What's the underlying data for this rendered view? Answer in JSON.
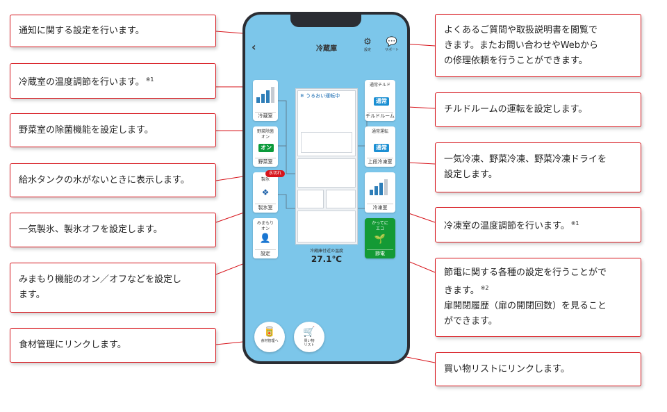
{
  "callouts": {
    "notification": {
      "text": "通知に関する設定を行います。"
    },
    "fridge_temp": {
      "text": "冷蔵室の温度調節を行います。",
      "note": "※1"
    },
    "vegetable": {
      "text": "野菜室の除菌機能を設定します。"
    },
    "water_tank": {
      "text": "給水タンクの水がないときに表示します。"
    },
    "ice": {
      "text": "一気製氷、製氷オフを設定します。"
    },
    "mimamori": {
      "lines": [
        "みまもり機能のオン／オフなどを設定し",
        "ます。"
      ]
    },
    "food": {
      "text": "食材管理にリンクします。"
    },
    "support": {
      "lines": [
        "よくあるご質問や取扱説明書を閲覧で",
        "きます。またお問い合わせやWebから",
        "の修理依頼を行うことができます。"
      ]
    },
    "chilled": {
      "text": "チルドルームの運転を設定します。"
    },
    "freeze": {
      "lines": [
        "一気冷凍、野菜冷凍、野菜冷凍ドライを",
        "設定します。"
      ]
    },
    "freezer_temp": {
      "text": "冷凍室の温度調節を行います。",
      "note": "※1"
    },
    "eco": {
      "line1": "節電に関する各種の設定を行うことがで",
      "line2": "きます。",
      "note": "※2",
      "line3": "扉開閉履歴（扉の開閉回数）を見ること",
      "line4": "ができます。"
    },
    "shopping": {
      "text": "買い物リストにリンクします。"
    }
  },
  "app": {
    "title": "冷蔵庫",
    "settings_label": "設定",
    "support_label": "サポート",
    "uruoi": "うるおい運転中",
    "temp_label": "冷蔵庫付近の温度",
    "temp_value": "27.1℃",
    "left_tiles": {
      "fridge": {
        "caption": "冷蔵室",
        "level": 3,
        "max": 4
      },
      "vegetable": {
        "sub1": "野菜除菌",
        "sub2": "オン",
        "badge": "オン",
        "caption": "野菜室"
      },
      "ice": {
        "sub": "製氷",
        "alert": "水切れ",
        "caption": "製氷室"
      },
      "settings": {
        "sub1": "みまもり",
        "sub2": "オン",
        "caption": "設定"
      }
    },
    "right_tiles": {
      "chilled": {
        "sub": "通常チルド",
        "badge": "通常",
        "caption": "チルドルーム"
      },
      "upper_freezer": {
        "sub": "通常運転",
        "badge": "通常",
        "caption": "上段冷凍室"
      },
      "freezer": {
        "caption": "冷凍室",
        "level": 3,
        "max": 4
      },
      "eco": {
        "sub1": "かってに",
        "sub2": "エコ",
        "caption": "節電"
      }
    },
    "food_button": "食材管理へ",
    "shopping_line1": "買い物",
    "shopping_line2": "リスト"
  },
  "colors": {
    "accent": "#d7141b",
    "screen": "#7cc6ea",
    "tile_badge": "#1b8fd3",
    "eco": "#149a35"
  }
}
